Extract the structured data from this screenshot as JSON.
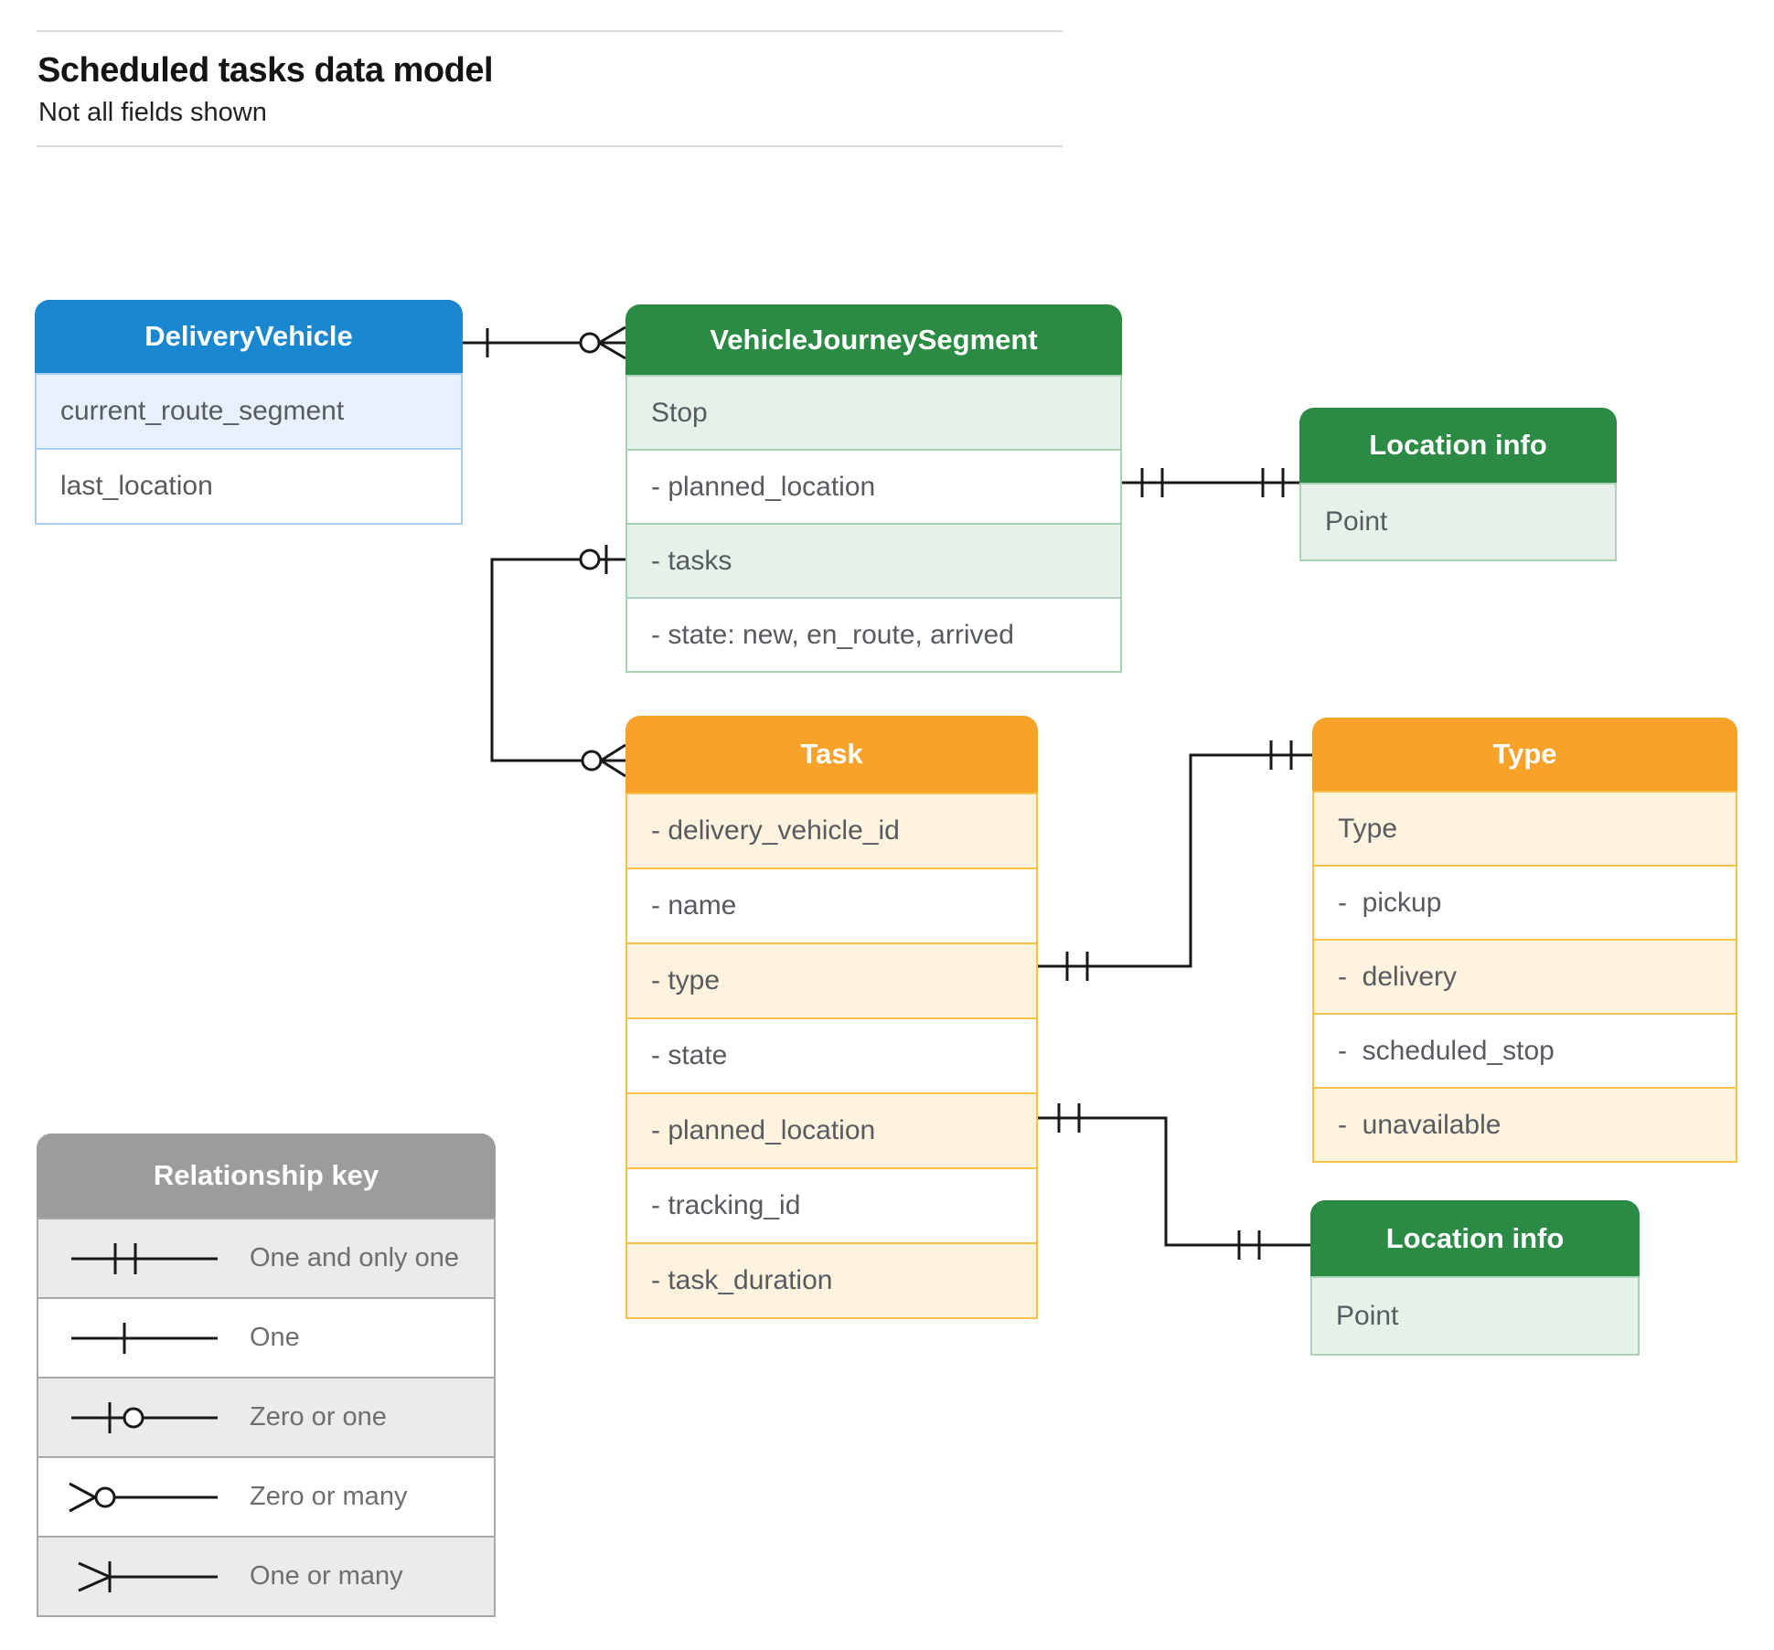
{
  "page": {
    "title": "Scheduled tasks data model",
    "subtitle": "Not all fields shown"
  },
  "colors": {
    "blue_header": "#1988d0",
    "blue_border": "#a9cdf2",
    "blue_shade": "#e8f1fb",
    "green_header": "#2b8a44",
    "green_border": "#a9d3b4",
    "green_shade": "#e6f2e9",
    "orange_header": "#f9a229",
    "orange_border": "#f9c04a",
    "orange_shade": "#fdf3df",
    "gray_header": "#9c9c9c",
    "gray_shade": "#ebebeb",
    "wire": "#181818",
    "field_text": "#575b60"
  },
  "entities": [
    {
      "title": "DeliveryVehicle",
      "theme": "blue",
      "fields": [
        "current_route_segment",
        "last_location"
      ]
    },
    {
      "title": "VehicleJourneySegment",
      "theme": "green",
      "fields": [
        "Stop",
        "- planned_location",
        "- tasks",
        "- state: new, en_route, arrived"
      ]
    },
    {
      "title": "Location info",
      "theme": "green",
      "fields": [
        "Point"
      ]
    },
    {
      "title": "Task",
      "theme": "orange",
      "fields": [
        "- delivery_vehicle_id",
        "- name",
        "- type",
        "- state",
        "- planned_location",
        "- tracking_id",
        "- task_duration"
      ]
    },
    {
      "title": "Type",
      "theme": "orange",
      "fields": [
        "Type",
        "-  pickup",
        "-  delivery",
        "-  scheduled_stop",
        "-  unavailable"
      ]
    },
    {
      "title": "Location info",
      "theme": "green",
      "fields": [
        "Point"
      ]
    }
  ],
  "legend": {
    "title": "Relationship key",
    "items": [
      {
        "label": "One and only one",
        "symbol": "one-and-only-one"
      },
      {
        "label": "One",
        "symbol": "one"
      },
      {
        "label": "Zero or one",
        "symbol": "zero-or-one"
      },
      {
        "label": "Zero or many",
        "symbol": "zero-or-many"
      },
      {
        "label": "One or many",
        "symbol": "one-or-many"
      }
    ]
  },
  "relationships": [
    {
      "from": "DeliveryVehicle",
      "to": "VehicleJourneySegment",
      "from_end": "one",
      "to_end": "zero or many"
    },
    {
      "from": "VehicleJourneySegment.planned_location",
      "to": "Location info",
      "from_end": "one and only one",
      "to_end": "one and only one"
    },
    {
      "from": "VehicleJourneySegment.tasks",
      "to": "Task",
      "from_end": "zero or one",
      "to_end": "zero or many"
    },
    {
      "from": "Task.type",
      "to": "Type",
      "from_end": "one and only one",
      "to_end": "one and only one"
    },
    {
      "from": "Task.planned_location",
      "to": "Location info",
      "from_end": "one and only one",
      "to_end": "one and only one"
    }
  ]
}
